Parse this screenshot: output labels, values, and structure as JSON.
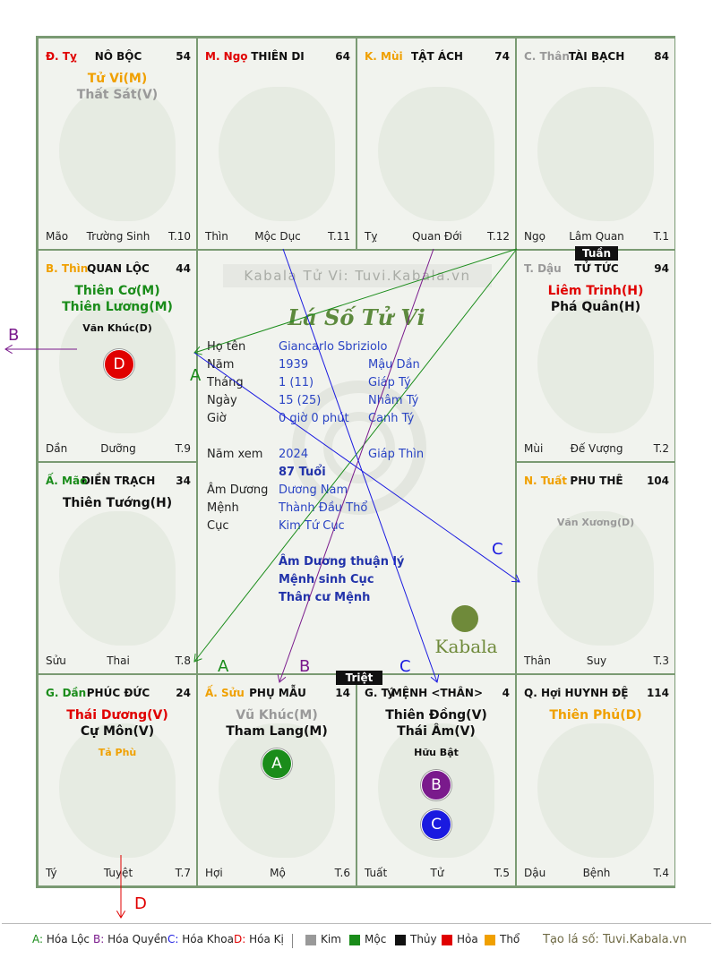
{
  "cells": [
    {
      "chi": "Đ. Tỵ",
      "chi_color": "#e00000",
      "palace": "NÔ BỘC",
      "number": "54",
      "stars": [
        {
          "text": "Tử Vi(M)",
          "color": "#f0a000"
        },
        {
          "text": "Thất Sát(V)",
          "color": "#999999"
        }
      ],
      "minor": "",
      "minor_color": "",
      "bl": "Mão",
      "bm": "Trường Sinh",
      "br": "T.10"
    },
    {
      "chi": "M. Ngọ",
      "chi_color": "#e00000",
      "palace": "THIÊN DI",
      "number": "64",
      "stars": [],
      "minor": "",
      "minor_color": "",
      "bl": "Thìn",
      "bm": "Mộc Dục",
      "br": "T.11"
    },
    {
      "chi": "K. Mùi",
      "chi_color": "#f0a000",
      "palace": "TẬT ÁCH",
      "number": "74",
      "stars": [],
      "minor": "",
      "minor_color": "",
      "bl": "Tỵ",
      "bm": "Quan Đới",
      "br": "T.12"
    },
    {
      "chi": "C. Thân",
      "chi_color": "#999999",
      "palace": "TÀI BẠCH",
      "number": "84",
      "stars": [],
      "minor": "",
      "minor_color": "",
      "bl": "Ngọ",
      "bm": "Lâm Quan",
      "br": "T.1"
    },
    {
      "chi": "B. Thìn",
      "chi_color": "#f0a000",
      "palace": "QUAN LỘC",
      "number": "44",
      "stars": [
        {
          "text": "Thiên Cơ(M)",
          "color": "#1a8c1a"
        },
        {
          "text": "Thiên Lương(M)",
          "color": "#1a8c1a"
        }
      ],
      "minor": "Văn Khúc(D)",
      "minor_color": "#111111",
      "bl": "Dần",
      "bm": "Dưỡng",
      "br": "T.9"
    },
    {
      "chi": "T. Dậu",
      "chi_color": "#999999",
      "palace": "TỬ TỨC",
      "number": "94",
      "stars": [
        {
          "text": "Liêm Trinh(H)",
          "color": "#e00000"
        },
        {
          "text": "Phá Quân(H)",
          "color": "#111111"
        }
      ],
      "minor": "",
      "minor_color": "",
      "bl": "Mùi",
      "bm": "Đế Vượng",
      "br": "T.2"
    },
    {
      "chi": "Ấ. Mão",
      "chi_color": "#1a8c1a",
      "palace": "ĐIỀN TRẠCH",
      "number": "34",
      "stars": [
        {
          "text": "Thiên Tướng(H)",
          "color": "#111111"
        }
      ],
      "minor": "",
      "minor_color": "",
      "bl": "Sửu",
      "bm": "Thai",
      "br": "T.8"
    },
    {
      "chi": "N. Tuất",
      "chi_color": "#f0a000",
      "palace": "PHU THÊ",
      "number": "104",
      "stars": [],
      "minor": "Văn Xương(D)",
      "minor_color": "#999999",
      "bl": "Thân",
      "bm": "Suy",
      "br": "T.3"
    },
    {
      "chi": "G. Dần",
      "chi_color": "#1a8c1a",
      "palace": "PHÚC ĐỨC",
      "number": "24",
      "stars": [
        {
          "text": "Thái Dương(V)",
          "color": "#e00000"
        },
        {
          "text": "Cự Môn(V)",
          "color": "#111111"
        }
      ],
      "minor": "Tả Phù",
      "minor_color": "#f0a000",
      "bl": "Tý",
      "bm": "Tuyệt",
      "br": "T.7"
    },
    {
      "chi": "Ấ. Sửu",
      "chi_color": "#f0a000",
      "palace": "PHỤ MẪU",
      "number": "14",
      "stars": [
        {
          "text": "Vũ Khúc(M)",
          "color": "#999999"
        },
        {
          "text": "Tham Lang(M)",
          "color": "#111111"
        }
      ],
      "minor": "",
      "minor_color": "",
      "bl": "Hợi",
      "bm": "Mộ",
      "br": "T.6"
    },
    {
      "chi": "G. Tý",
      "chi_color": "#111111",
      "palace": "MỆNH <THÂN>",
      "number": "4",
      "stars": [
        {
          "text": "Thiên Đồng(V)",
          "color": "#111111"
        },
        {
          "text": "Thái Âm(V)",
          "color": "#111111"
        }
      ],
      "minor": "Hữu Bật",
      "minor_color": "#111111",
      "bl": "Tuất",
      "bm": "Tử",
      "br": "T.5"
    },
    {
      "chi": "Q. Hợi",
      "chi_color": "#111111",
      "palace": "HUYNH ĐỆ",
      "number": "114",
      "stars": [
        {
          "text": "Thiên Phủ(D)",
          "color": "#f0a000"
        }
      ],
      "minor": "",
      "minor_color": "",
      "bl": "Dậu",
      "bm": "Bệnh",
      "br": "T.4"
    }
  ],
  "hoa_markers": [
    {
      "letter": "D",
      "color": "#e00000"
    },
    {
      "letter": "A",
      "color": "#1a8c1a"
    },
    {
      "letter": "B",
      "color": "#7a1a8c"
    },
    {
      "letter": "C",
      "color": "#1a1ae0"
    }
  ],
  "tags": {
    "tuan": "Tuần",
    "triet": "Triệt"
  },
  "center": {
    "watermark": "Kabala Tử Vi: Tuvi.Kabala.vn",
    "heading": "Lá Số Tử Vi",
    "brand": "Kabala",
    "rows": [
      {
        "label": "Họ tên",
        "v1": "Giancarlo Sbriziolo",
        "v2": ""
      },
      {
        "label": "Năm",
        "v1": "1939",
        "v2": "Mậu Dần"
      },
      {
        "label": "Tháng",
        "v1": "1  (11)",
        "v2": "Giáp Tý"
      },
      {
        "label": "Ngày",
        "v1": "15  (25)",
        "v2": "Nhâm Tý"
      },
      {
        "label": "Giờ",
        "v1": "0 giờ 0 phút",
        "v2": "Canh Tý"
      },
      {
        "label": "Năm xem",
        "v1": "2024",
        "v2": "Giáp Thìn"
      },
      {
        "label": "",
        "v1": "87 Tuổi",
        "v2": ""
      },
      {
        "label": "Âm Dương",
        "v1": "Dương Nam",
        "v2": ""
      },
      {
        "label": "Mệnh",
        "v1": "Thành Đầu Thổ",
        "v2": ""
      },
      {
        "label": "Cục",
        "v1": "Kim Tứ Cục",
        "v2": ""
      }
    ],
    "notes": [
      "Âm Dương thuận lý",
      "Mệnh sinh Cục",
      "Thân cư Mệnh"
    ]
  },
  "arrow_labels": {
    "a": "A",
    "b": "B",
    "c": "C",
    "d": "D"
  },
  "legend": {
    "items": [
      {
        "letter": "A:",
        "text": "Hóa Lộc",
        "color": "#1a8c1a"
      },
      {
        "letter": "B:",
        "text": "Hóa Quyền",
        "color": "#7a1a8c"
      },
      {
        "letter": "C:",
        "text": "Hóa Khoa",
        "color": "#1a1ae0"
      },
      {
        "letter": "D:",
        "text": "Hóa Kị",
        "color": "#e00000"
      }
    ],
    "elements": [
      {
        "text": "Kim",
        "color": "#999999"
      },
      {
        "text": "Mộc",
        "color": "#1a8c1a"
      },
      {
        "text": "Thủy",
        "color": "#111111"
      },
      {
        "text": "Hỏa",
        "color": "#e00000"
      },
      {
        "text": "Thổ",
        "color": "#f0a000"
      }
    ],
    "credit": "Tạo lá số: Tuvi.Kabala.vn"
  }
}
